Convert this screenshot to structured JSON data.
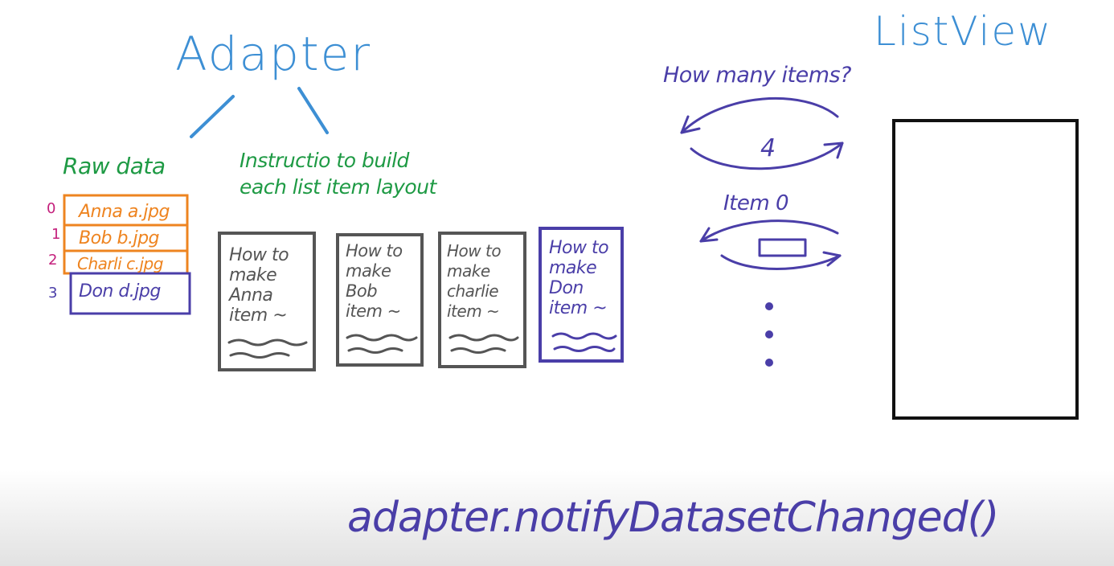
{
  "adapter": {
    "title": "Adapter",
    "raw_data_label": "Raw data",
    "instructions_label": "Instructio to build\neach list item layout",
    "raw_rows": [
      {
        "index": "0",
        "text": "Anna a.jpg"
      },
      {
        "index": "1",
        "text": "Bob b.jpg"
      },
      {
        "index": "2",
        "text": "Charli c.jpg"
      },
      {
        "index": "3",
        "text": "Don d.jpg"
      }
    ],
    "cards": [
      {
        "text": "How to\nmake\nAnna\nitem ~"
      },
      {
        "text": "How to\nmake\nBob\nitem ~"
      },
      {
        "text": "How to\nmake\ncharlie\nitem ~"
      },
      {
        "text": "How to\nmake\nDon\nitem ~"
      }
    ]
  },
  "listview": {
    "title": "ListView",
    "question": "How many items?",
    "answer": "4",
    "item_label": "Item 0"
  },
  "footer": {
    "code": "adapter.notifyDatasetChanged()"
  },
  "colors": {
    "blue": "#3d8fd4",
    "green": "#1e9a44",
    "purple": "#4a3ea8",
    "orange": "#ee8420",
    "gray": "#555555"
  }
}
